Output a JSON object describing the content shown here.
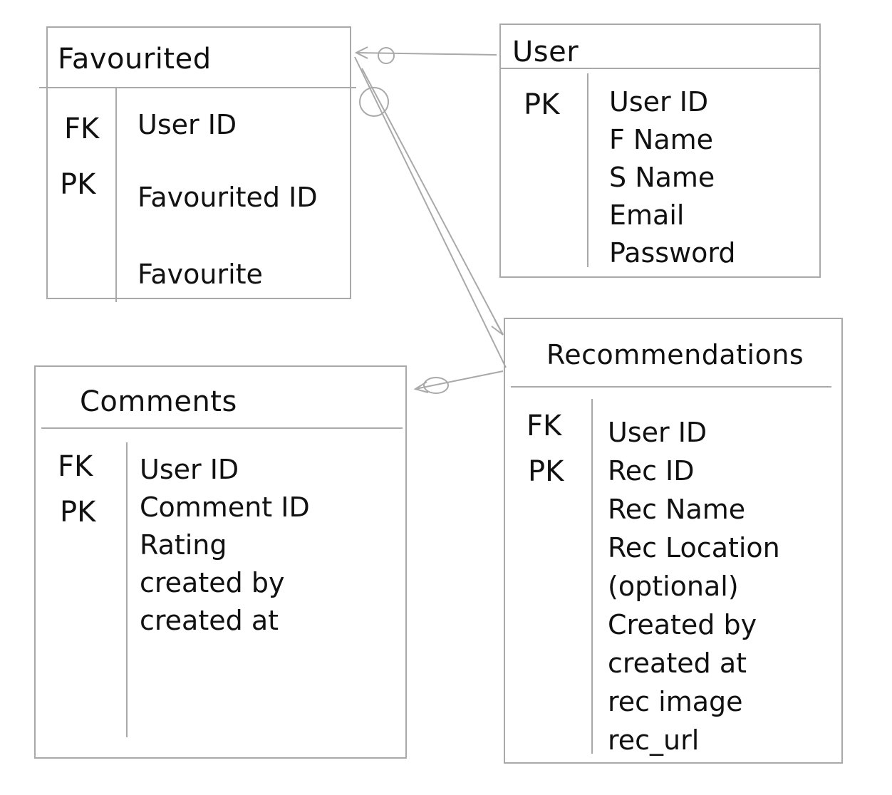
{
  "colors": {
    "line": "#a9a9a9",
    "text": "#111111",
    "background": "#ffffff"
  },
  "entities": {
    "favourited": {
      "title": "Favourited",
      "keys": [
        "FK",
        "PK"
      ],
      "fields": [
        "User ID",
        "Favourited ID",
        "Favourite"
      ]
    },
    "user": {
      "title": "User",
      "keys": [
        "PK"
      ],
      "fields": [
        "User ID",
        "F Name",
        "S Name",
        "Email",
        "Password"
      ]
    },
    "comments": {
      "title": "Comments",
      "keys": [
        "FK",
        "PK"
      ],
      "fields": [
        "User ID",
        "Comment ID",
        "Rating",
        "created by",
        "created at"
      ]
    },
    "recommendations": {
      "title": "Recommendations",
      "keys": [
        "FK",
        "PK"
      ],
      "fields": [
        "User ID",
        "Rec ID",
        "Rec Name",
        "Rec Location",
        "(optional)",
        "Created by",
        "created at",
        "rec image",
        "rec_url"
      ]
    }
  },
  "relationships": [
    {
      "from": "user",
      "to": "favourited",
      "marker": "circle"
    },
    {
      "from": "favourited",
      "to": "recommendations",
      "marker": "circle"
    },
    {
      "from": "recommendations",
      "to": "comments",
      "marker": "circle"
    }
  ]
}
